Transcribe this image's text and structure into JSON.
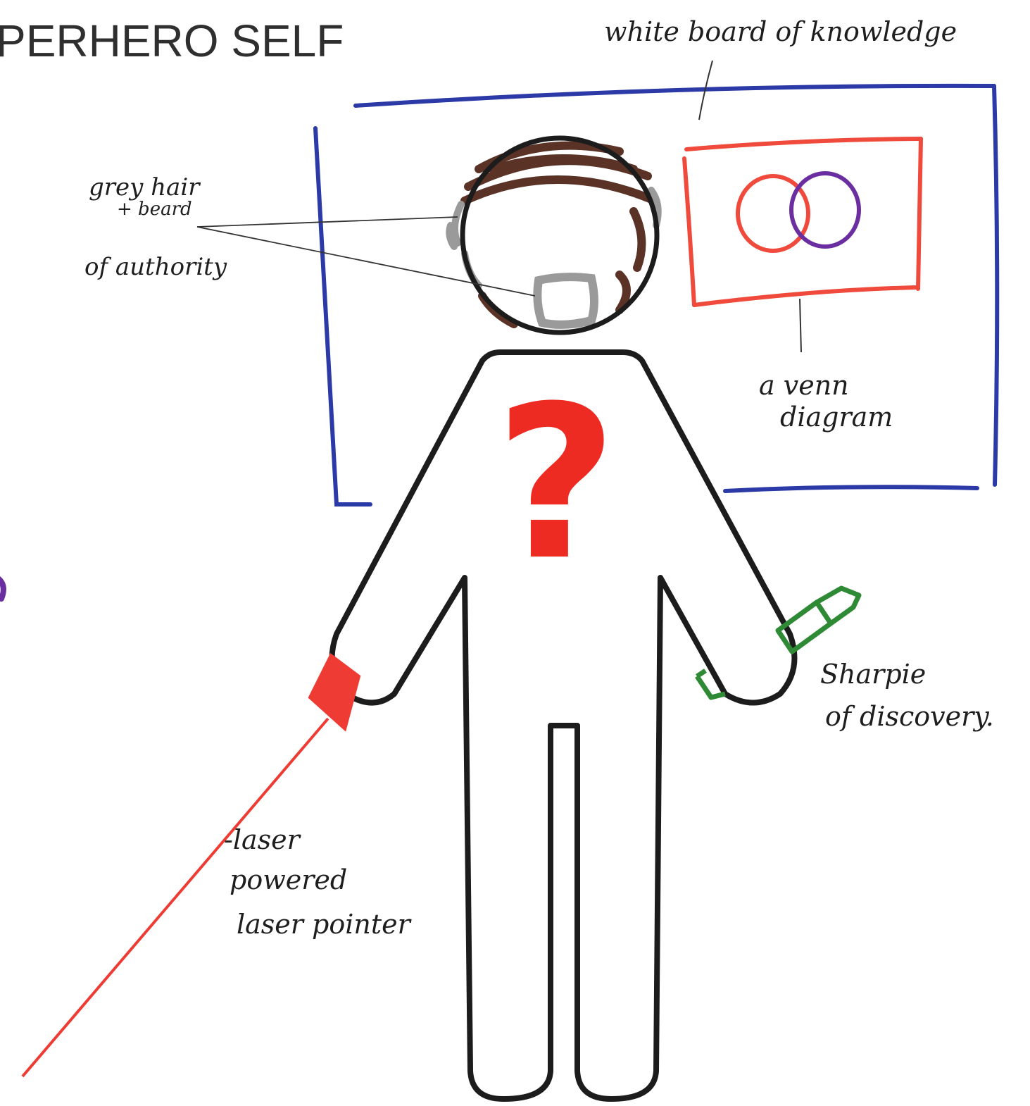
{
  "title": "PERHERO SELF",
  "labels": {
    "whiteboard": "white board of knowledge",
    "hair_line1": "grey hair",
    "hair_line2": "+ beard",
    "hair_line3": "of authority",
    "venn_line1": "a venn",
    "venn_line2": "diagram",
    "laser_line1": "-laser",
    "laser_line2": "powered",
    "laser_line3": "laser pointer",
    "sharpie_line1": "Sharpie",
    "sharpie_line2": "of discovery."
  },
  "chest_symbol": "?",
  "colors": {
    "whiteboard": "#2b3aa6",
    "venn_frame": "#ef4a3c",
    "venn_left": "#ef4a3c",
    "venn_right": "#6b2ea0",
    "figure_outline": "#1c1c1c",
    "hair": "#5a3326",
    "grey_hair": "#9a9a9a",
    "question_mark": "#ee2b22",
    "laser": "#ee3b33",
    "sharpie": "#2f8a35"
  }
}
